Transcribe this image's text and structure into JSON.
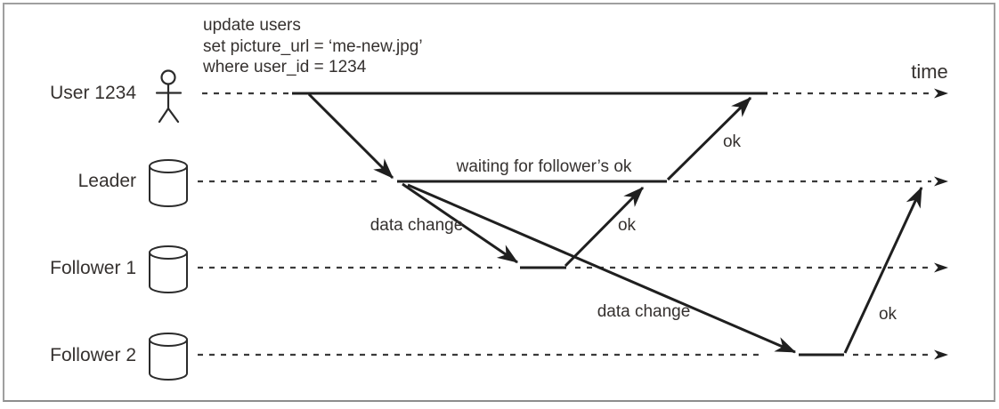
{
  "diagram": {
    "kind": "leader-follower replication sequence diagram",
    "lanes": [
      {
        "label": "User 1234",
        "icon": "person-icon"
      },
      {
        "label": "Leader",
        "icon": "database-icon"
      },
      {
        "label": "Follower 1",
        "icon": "database-icon"
      },
      {
        "label": "Follower 2",
        "icon": "database-icon"
      }
    ],
    "query": {
      "line1": "update users",
      "line2": "set picture_url = ‘me-new.jpg’",
      "line3": "where user_id = 1234"
    },
    "annotations": {
      "waiting": "waiting for follower’s ok",
      "data_change_leader_to_follower1": "data change",
      "data_change_leader_to_follower2": "data change",
      "ok_follower1_to_leader": "ok",
      "ok_leader_to_user": "ok",
      "ok_follower2_to_leader": "ok",
      "time_axis": "time"
    },
    "colors": {
      "line": "#1f1f1f",
      "dash": "#3a3a3a",
      "text": "#35312f",
      "border": "#9f9f9f",
      "background": "#ffffff"
    }
  }
}
